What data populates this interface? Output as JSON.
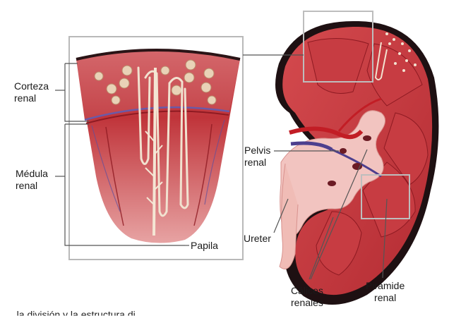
{
  "diagram": {
    "labels": {
      "corteza": {
        "line1": "Corteza",
        "line2": "renal"
      },
      "medula": {
        "line1": "Médula",
        "line2": "renal"
      },
      "papila": "Papila",
      "pelvis": {
        "line1": "Pelvis",
        "line2": "renal"
      },
      "ureter": "Ureter",
      "calices": {
        "line1": "Cálices",
        "line2": "renales"
      },
      "piramide": {
        "line1": "Pirámide",
        "line2": "renal"
      }
    },
    "caption_fragment": "...la división y la estructura di..."
  },
  "colors": {
    "tissue": "#c0343a",
    "tissue_dark": "#8e1a22",
    "tissue_light": "#e8838a",
    "capsule": "#1f1012",
    "pelvis": "#f2c4c0",
    "frame": "#b5b5b5"
  }
}
